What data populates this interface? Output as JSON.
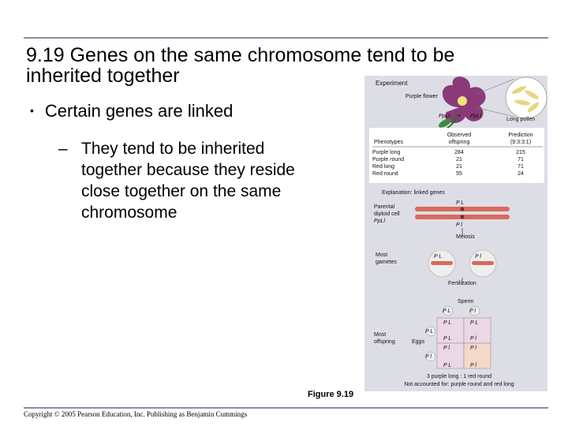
{
  "slide": {
    "title": "9.19 Genes on the same chromosome tend to be inherited together",
    "bullet_1": "Certain genes are linked",
    "bullet_2": "They tend to be inherited together because they reside close together on the same chromosome",
    "caption": "Figure 9.19",
    "copyright": "Copyright © 2005 Pearson Education, Inc. Publishing as Benjamin Cummings"
  },
  "figure": {
    "experiment_label": "Experiment",
    "purple_flower": "Purple flower",
    "cross_left": "PpLl",
    "cross_x": "×",
    "cross_right": "PpLl",
    "long_pollen": "Long pollen",
    "table": {
      "col_phenotypes": "Phenotypes",
      "col_observed_1": "Observed",
      "col_observed_2": "offspring",
      "col_prediction_1": "Prediction",
      "col_prediction_2": "(9:3:3:1)",
      "rows": [
        {
          "phenotype": "Purple long",
          "observed": "284",
          "prediction": "215"
        },
        {
          "phenotype": "Purple round",
          "observed": "21",
          "prediction": "71"
        },
        {
          "phenotype": "Red long",
          "observed": "21",
          "prediction": "71"
        },
        {
          "phenotype": "Red round",
          "observed": "55",
          "prediction": "24"
        }
      ]
    },
    "explanation": "Explanation: linked genes",
    "parental_1": "Parental",
    "parental_2": "diploid cell",
    "parental_3": "PpLl",
    "chrom_top": "P L",
    "chrom_bottom": "P l",
    "meiosis": "Meiosis",
    "gametes_1": "Most",
    "gametes_2": "gametes",
    "gamete_a": "P L",
    "gamete_b": "P l",
    "fertilization": "Fertilization",
    "sperm": "Sperm",
    "sperm_a": "P L",
    "sperm_b": "P l",
    "offspring_1": "Most",
    "offspring_2": "offspring",
    "eggs": "Eggs",
    "egg_a": "P L",
    "egg_b": "P l",
    "punnett": [
      "P L",
      "P L",
      "P L",
      "P l",
      "P l",
      "P L",
      "P l",
      "P l"
    ],
    "ratio": "3 purple long : 1 red round",
    "note": "Not accounted for: purple round and red long"
  },
  "colors": {
    "rule": "#8a8aa8",
    "panel": "#dddde6",
    "table_bg": "#ffffff",
    "chromosome": "#d96a5a",
    "flower": "#8a3a78",
    "pollen": "#e8d680",
    "punnett_a": "#ecd7e8",
    "punnett_b": "#f4d8c8"
  }
}
